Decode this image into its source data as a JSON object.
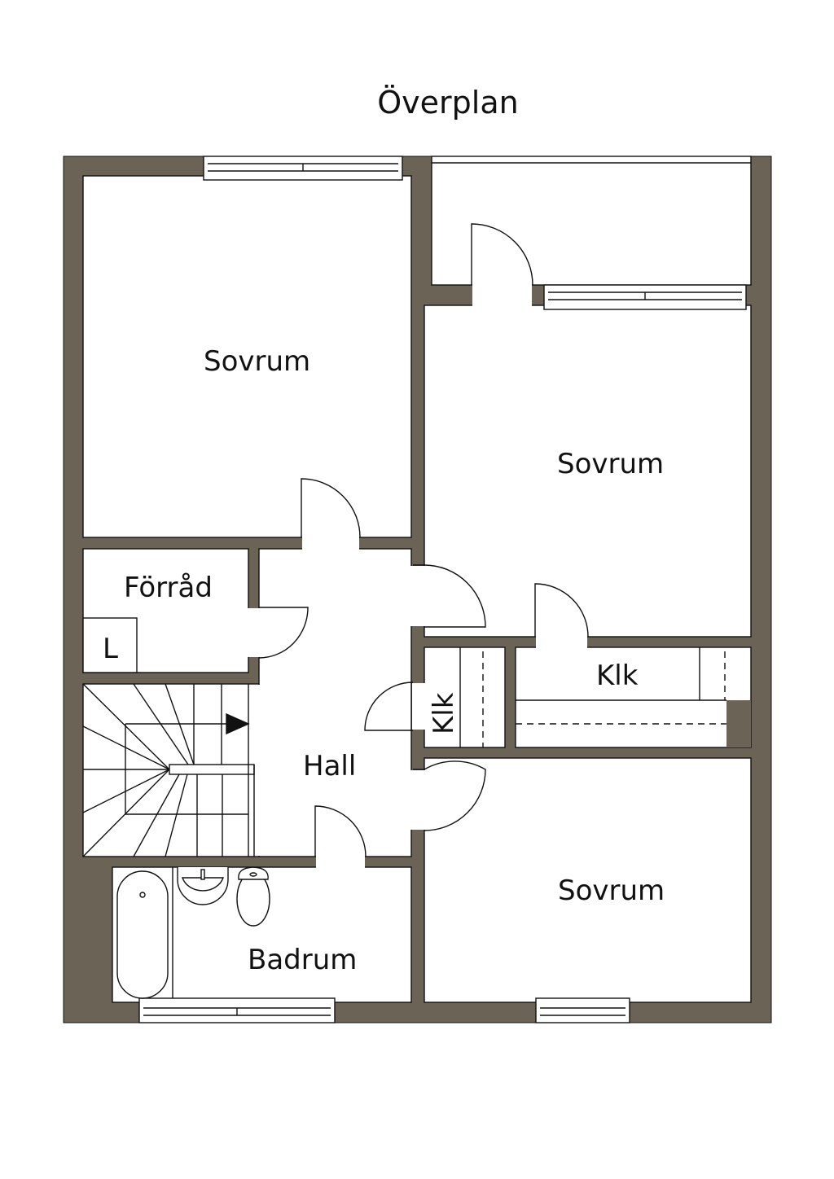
{
  "title": "Överplan",
  "colors": {
    "wall": "#6b6356",
    "line": "#111111"
  },
  "rooms": {
    "sovrum_top_left": "Sovrum",
    "sovrum_right": "Sovrum",
    "sovrum_bottom_right": "Sovrum",
    "forrad": "Förråd",
    "linen": "L",
    "hall": "Hall",
    "klk_small": "Klk",
    "klk_large": "Klk",
    "badrum": "Badrum"
  }
}
